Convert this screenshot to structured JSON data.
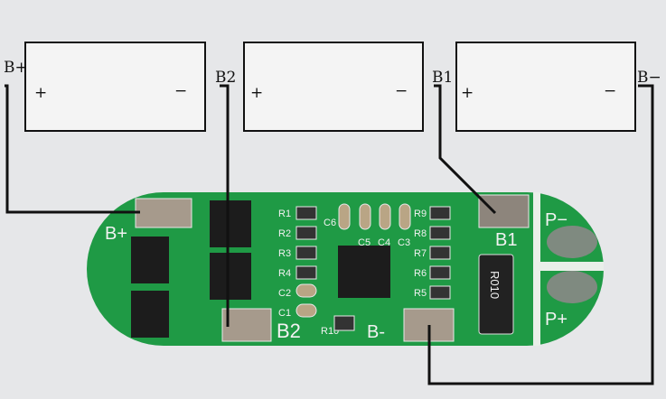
{
  "batteries": [
    {
      "plus": "+",
      "minus": "−"
    },
    {
      "plus": "+",
      "minus": "−"
    },
    {
      "plus": "+",
      "minus": "−"
    }
  ],
  "terminals": {
    "b_plus": "B+",
    "b2": "B2",
    "b1": "B1",
    "b_minus": "B−"
  },
  "pcb": {
    "pads": {
      "b_plus": "B+",
      "b2": "B2",
      "b1": "B1",
      "b_minus": "B-",
      "p_minus": "P−",
      "p_plus": "P+"
    },
    "resistors_left": [
      "R1",
      "R2",
      "R3",
      "R4"
    ],
    "resistors_right": [
      "R9",
      "R8",
      "R7",
      "R6",
      "R5"
    ],
    "caps": [
      "C6",
      "C5",
      "C4",
      "C3",
      "C2",
      "C1"
    ],
    "r10": "R10",
    "shunt": "R010"
  },
  "colors": {
    "pcb": "#1f9a45",
    "wire": "#111111",
    "background": "#e6e7e9"
  }
}
